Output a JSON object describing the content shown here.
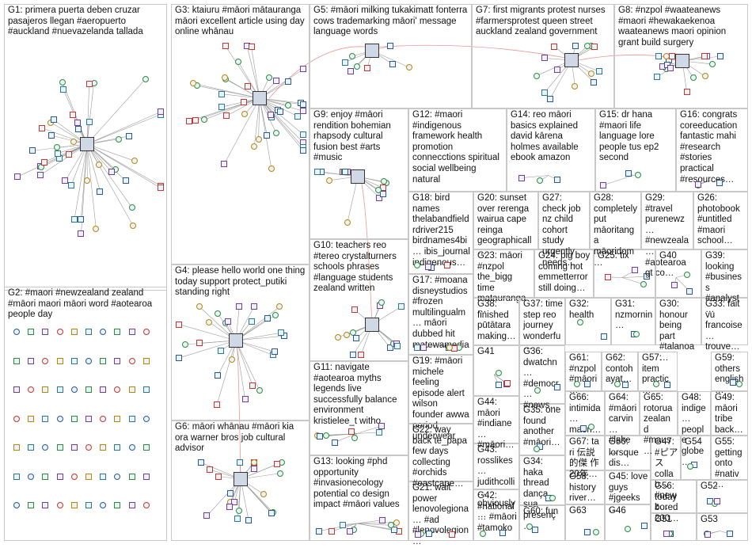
{
  "groups": [
    {
      "id": "G1",
      "label": "G1: primera puerta deben cruzar pasajeros llegan #aeropuerto #auckland #nuevazelanda tallada"
    },
    {
      "id": "G2",
      "label": "G2: #maori #newzealand zealand #māori maori māori word #aotearoa people day"
    },
    {
      "id": "G3",
      "label": "G3: ktaiuru #māori mātauranga māori excellent article using day online whānau"
    },
    {
      "id": "G4",
      "label": "G4: please hello world one thing today support protect_putiki standing right"
    },
    {
      "id": "G5",
      "label": "G5: #māori milking tukakimatt fonterra cows trademarking māori' message language words"
    },
    {
      "id": "G6",
      "label": "G6: māori whānau #māori kia ora warner bros job cultural advisor"
    },
    {
      "id": "G7",
      "label": "G7: first migrants protest nurses #farmersprotest queen street auckland zealand government"
    },
    {
      "id": "G8",
      "label": "G8: #nzpol #waateanews #maori #hewakaekenoa waateanews maori opinion grant build surgery"
    },
    {
      "id": "G9",
      "label": "G9: enjoy #māori rendition bohemian rhapsody cultural fusion best #arts #music"
    },
    {
      "id": "G10",
      "label": "G10: teachers reo #tereo crystalturners schools phrases #language students zealand written"
    },
    {
      "id": "G11",
      "label": "G11: navigate #aotearoa myths legends live successfully balance environment kristielee_t witho"
    },
    {
      "id": "G12",
      "label": "G12: #maori #indigenous framework health promotion connecctions spiritual social wellbeing natural"
    },
    {
      "id": "G13",
      "label": "G13: looking #phd opportunity #invasionecology potential co design impact #māori values"
    },
    {
      "id": "G14",
      "label": "G14: reo māori basics explained david kārena holmes available ebook amazon"
    },
    {
      "id": "G15",
      "label": "G15: dr hana #maori life language lore people tus ep2 second"
    },
    {
      "id": "G16",
      "label": "G16: congrats coreeducation fantastic mahi #research #stories practical #resources…"
    },
    {
      "id": "G17",
      "label": "G17: #moana disneystudios #frozen multilingualm… māori dubbed hit matewamedia…"
    },
    {
      "id": "G18",
      "label": "G18: bird names thelabandfield rdriver215 birdnames4bi… ibis_journal indigenous…"
    },
    {
      "id": "G19",
      "label": "G19: #māori michele feeling episode alert wilson founder awwa period underwear"
    },
    {
      "id": "G20",
      "label": "G20: sunset over rerenga wairua cape reinga geographicall…"
    },
    {
      "id": "G21",
      "label": "G21: wait power lenovolegiona… #ad #lenovolegion…"
    },
    {
      "id": "G22",
      "label": "G22: way back te_papa few days collecting #orchids #eastcape…"
    },
    {
      "id": "G23",
      "label": "G23: māori #nzpol the_bigg time matauranga…"
    },
    {
      "id": "G24",
      "label": "G24: big boy coming hot emmetterror still doing…"
    },
    {
      "id": "G25",
      "label": "G25: tix"
    },
    {
      "id": "G26",
      "label": "G26: photobook #untitled #maori school…"
    },
    {
      "id": "G27",
      "label": "G27: check job nz child cohort study urgently needs…"
    },
    {
      "id": "G28",
      "label": "G28: completely put māoritanga māoridom…"
    },
    {
      "id": "G29",
      "label": "G29: #travel purenewz… #newzeala… #aotearoa gt co…"
    },
    {
      "id": "G30",
      "label": "G30: honour being part #talanoa…"
    },
    {
      "id": "G31",
      "label": "G31: nzmornin…"
    },
    {
      "id": "G32",
      "label": "G32: health"
    },
    {
      "id": "G33",
      "label": "G33: fait vu francoise… trouve…"
    },
    {
      "id": "G34",
      "label": "G34: haka thread dança sua presenç…"
    },
    {
      "id": "G35",
      "label": "G35: one found another #māori…"
    },
    {
      "id": "G36",
      "label": "G36: dwatchn… #democr… #news…"
    },
    {
      "id": "G37",
      "label": "G37: time step reo journey wonderfu…"
    },
    {
      "id": "G38",
      "label": "G38: finished pūtātara making…"
    },
    {
      "id": "G39",
      "label": "G39: looking #business #analyst…"
    },
    {
      "id": "G40",
      "label": "G40"
    },
    {
      "id": "G41",
      "label": "G41"
    },
    {
      "id": "G42",
      "label": "G42: #national… #māori #tamoko"
    },
    {
      "id": "G43",
      "label": "G43: rosslikes… judithcolli… obviously…"
    },
    {
      "id": "G44",
      "label": "G44: māori #indiane… #māori…"
    },
    {
      "id": "G45",
      "label": "G45: love guys #jgeeks…"
    },
    {
      "id": "G46",
      "label": "G46"
    },
    {
      "id": "G47",
      "label": "G47: #ピアス collab… #newz…"
    },
    {
      "id": "G48",
      "label": "G48: indige… people globe…"
    },
    {
      "id": "G49",
      "label": "G49: māori tribe back…"
    },
    {
      "id": "G50",
      "label": "G50: lorsque dis…"
    },
    {
      "id": "G51",
      "label": "G51"
    },
    {
      "id": "G52",
      "label": "G52"
    },
    {
      "id": "G53",
      "label": "G53"
    },
    {
      "id": "G54",
      "label": "G54"
    },
    {
      "id": "G55",
      "label": "G55: getting onto #nativ…"
    },
    {
      "id": "G56",
      "label": "G56: today bored 200…"
    },
    {
      "id": "G57",
      "label": "G57: item practic…"
    },
    {
      "id": "G58",
      "label": "G58: history river…"
    },
    {
      "id": "G59",
      "label": "G59: others english…"
    },
    {
      "id": "G60",
      "label": "G60: fun"
    },
    {
      "id": "G61",
      "label": "G61: #nzpol #māori…"
    },
    {
      "id": "G62",
      "label": "G62: contoh ayat…"
    },
    {
      "id": "G63",
      "label": "G63"
    },
    {
      "id": "G64",
      "label": "G64: #māori carvin… #lake…"
    },
    {
      "id": "G65",
      "label": "G65: rotorua zealand #maus…"
    },
    {
      "id": "G66",
      "label": "G66: intimida… maori…"
    },
    {
      "id": "G67",
      "label": "G67: ta ri 伝説的傑 作 20年…"
    }
  ],
  "colors": {
    "border": "#c8c8c8",
    "edge": "#9a9a9a",
    "edge_highlight": "#d9534f",
    "node_blue": "#2a5a8c",
    "node_green": "#2e8b3a",
    "node_purple": "#7a3c8c",
    "node_red": "#c0392b"
  }
}
